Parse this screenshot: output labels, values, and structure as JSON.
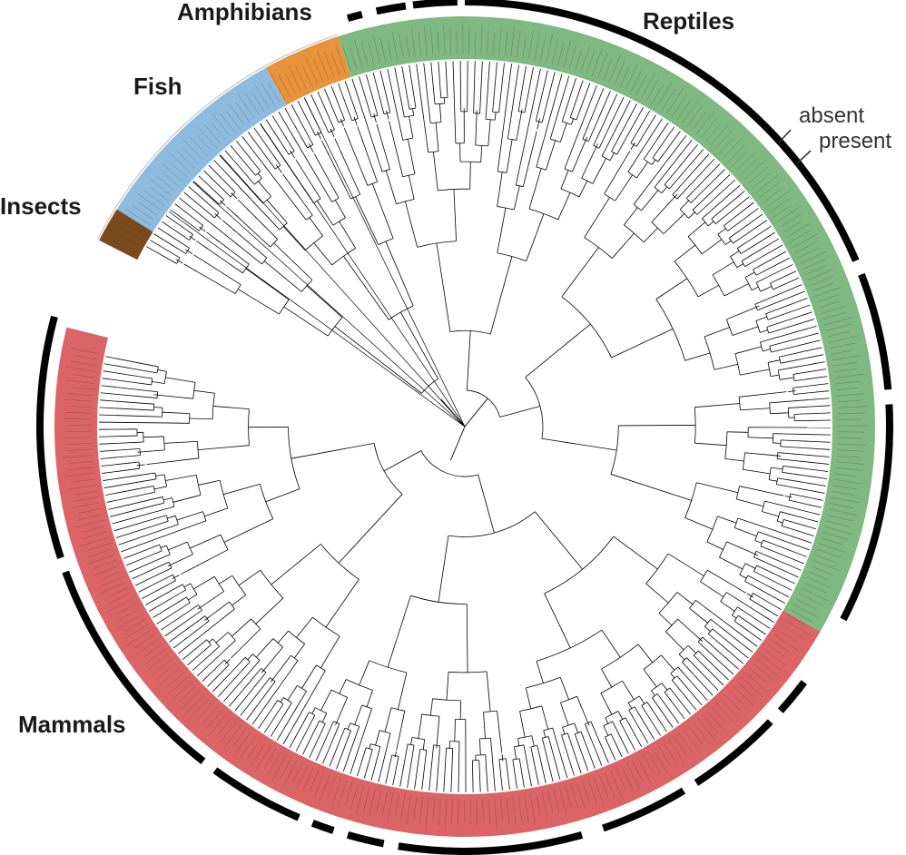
{
  "figure": {
    "groups": [
      {
        "key": "insects",
        "label": "Insects",
        "color": "#7a4a1e"
      },
      {
        "key": "fish",
        "label": "Fish",
        "color": "#8dbbe0"
      },
      {
        "key": "amphibians",
        "label": "Amphibians",
        "color": "#e8923a"
      },
      {
        "key": "reptiles",
        "label": "Reptiles",
        "color": "#80b881"
      },
      {
        "key": "mammals",
        "label": "Mammals",
        "color": "#db6466"
      }
    ],
    "legend": {
      "absent_label": "absent",
      "present_label": "present",
      "marker_color": "#000000"
    },
    "tree_color": "#000000"
  }
}
